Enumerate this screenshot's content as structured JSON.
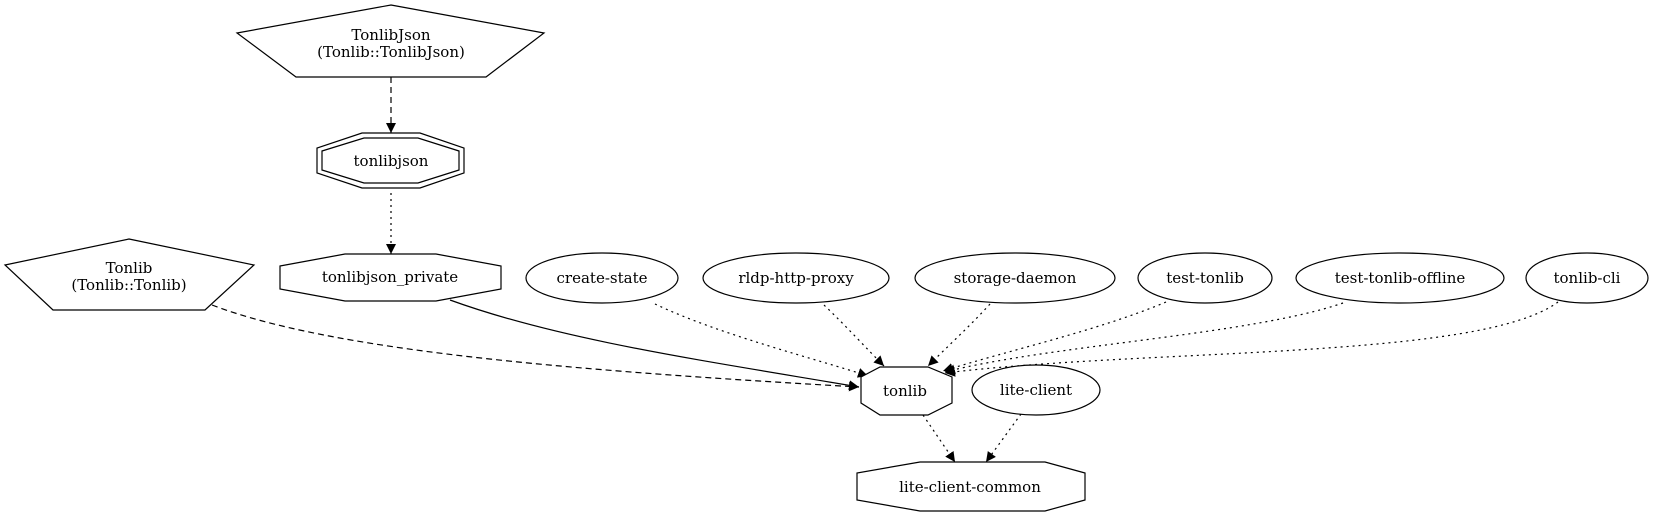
{
  "nodes": {
    "tonlibjson_target": {
      "lines": [
        "TonlibJson",
        "(Tonlib::TonlibJson)"
      ]
    },
    "tonlibjson": {
      "label": "tonlibjson"
    },
    "tonlib_target": {
      "lines": [
        "Tonlib",
        "(Tonlib::Tonlib)"
      ]
    },
    "tonlibjson_private": {
      "label": "tonlibjson_private"
    },
    "create_state": {
      "label": "create-state"
    },
    "rldp_http_proxy": {
      "label": "rldp-http-proxy"
    },
    "storage_daemon": {
      "label": "storage-daemon"
    },
    "test_tonlib": {
      "label": "test-tonlib"
    },
    "test_tonlib_offline": {
      "label": "test-tonlib-offline"
    },
    "tonlib_cli": {
      "label": "tonlib-cli"
    },
    "tonlib": {
      "label": "tonlib"
    },
    "lite_client": {
      "label": "lite-client"
    },
    "lite_client_common": {
      "label": "lite-client-common"
    }
  },
  "edges": [
    {
      "from": "TonlibJson",
      "to": "tonlibjson",
      "style": "dashed"
    },
    {
      "from": "tonlibjson",
      "to": "tonlibjson_private",
      "style": "dotted"
    },
    {
      "from": "Tonlib",
      "to": "tonlib",
      "style": "dashed"
    },
    {
      "from": "tonlibjson_private",
      "to": "tonlib",
      "style": "solid"
    },
    {
      "from": "create-state",
      "to": "tonlib",
      "style": "dotted"
    },
    {
      "from": "rldp-http-proxy",
      "to": "tonlib",
      "style": "dotted"
    },
    {
      "from": "storage-daemon",
      "to": "tonlib",
      "style": "dotted"
    },
    {
      "from": "test-tonlib",
      "to": "tonlib",
      "style": "dotted"
    },
    {
      "from": "test-tonlib-offline",
      "to": "tonlib",
      "style": "dotted"
    },
    {
      "from": "tonlib-cli",
      "to": "tonlib",
      "style": "dotted"
    },
    {
      "from": "tonlib",
      "to": "lite-client-common",
      "style": "dotted"
    },
    {
      "from": "lite-client",
      "to": "lite-client-common",
      "style": "dotted"
    }
  ],
  "colors": {
    "stroke": "#000000",
    "background": "#ffffff"
  }
}
